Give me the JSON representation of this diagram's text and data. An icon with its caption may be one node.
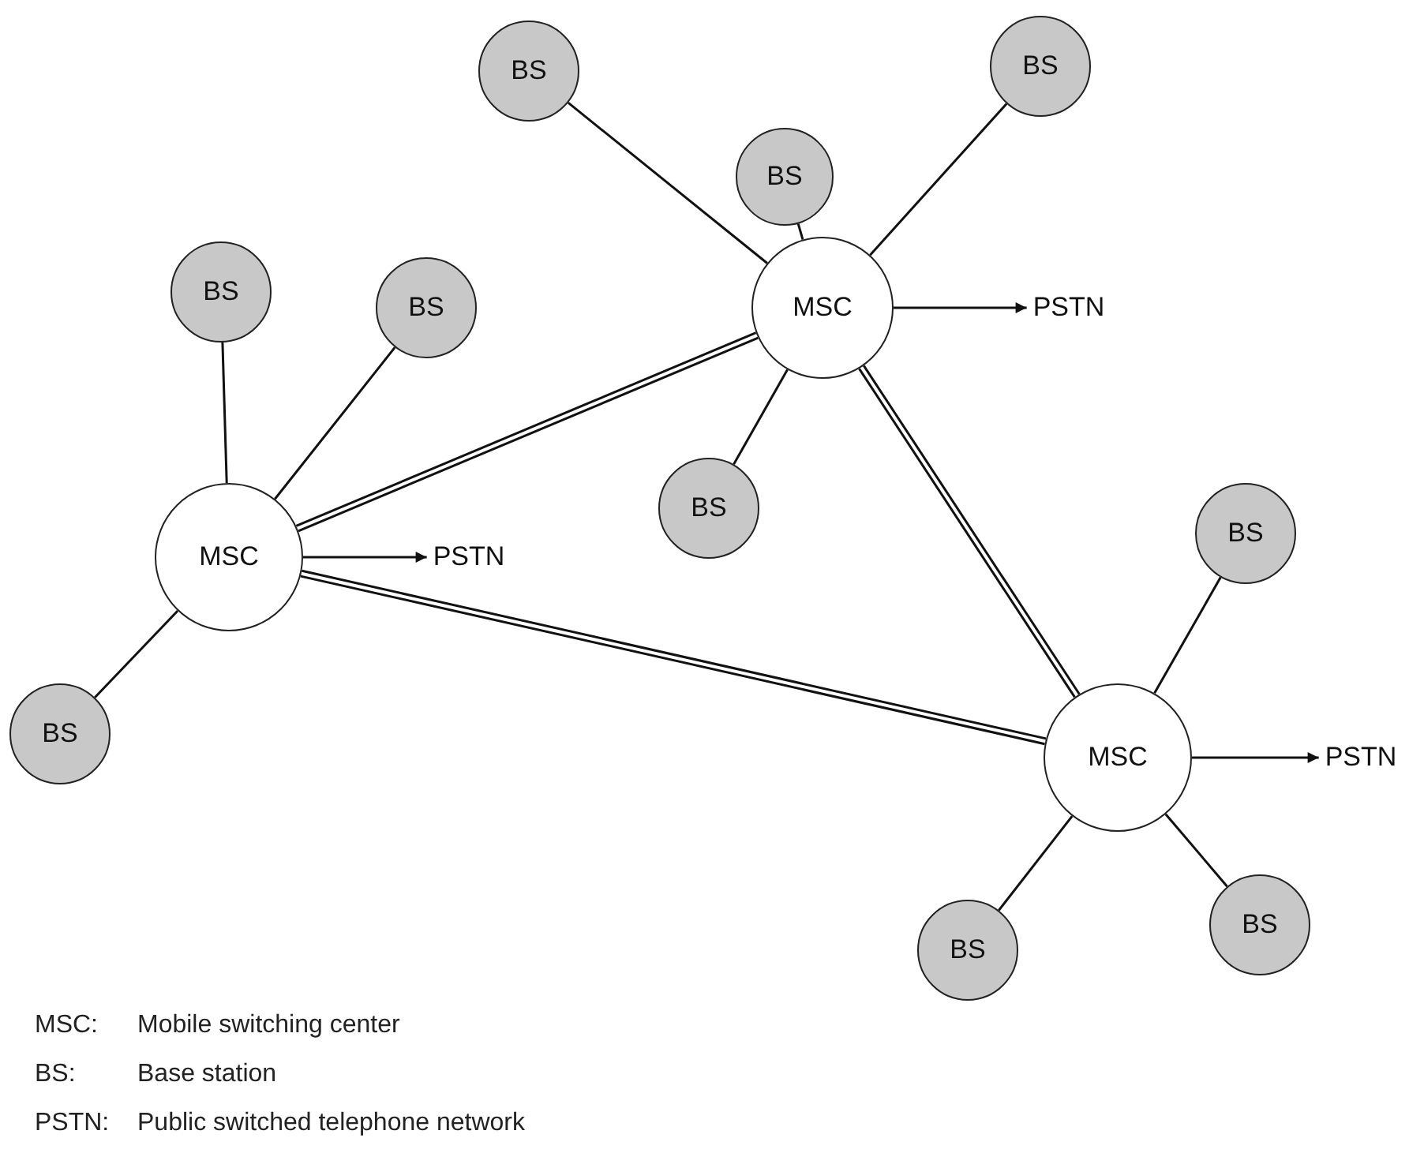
{
  "diagram": {
    "nodes": [
      {
        "text": [
          "BS"
        ]
      },
      {
        "text": [
          "BS"
        ]
      },
      {
        "text": [
          "BS"
        ]
      },
      {
        "text": [
          "BS"
        ]
      },
      {
        "text": [
          "BS"
        ]
      },
      {
        "text": [
          "MSC"
        ]
      },
      {
        "text": [
          "PSTN"
        ]
      },
      {
        "text": [
          "BS"
        ]
      },
      {
        "text": [
          "BS"
        ]
      },
      {
        "text": [
          "MSC"
        ]
      },
      {
        "text": [
          "PSTN"
        ]
      },
      {
        "text": [
          "BS"
        ]
      },
      {
        "text": [
          "MSC"
        ]
      },
      {
        "text": [
          "PSTN"
        ]
      },
      {
        "text": [
          "BS"
        ]
      },
      {
        "text": [
          "BS"
        ]
      }
    ],
    "edges": [
      {
        "from": 0,
        "to": 5,
        "arrow": "none"
      },
      {
        "from": 1,
        "to": 5,
        "arrow": "none"
      },
      {
        "from": 2,
        "to": 5,
        "arrow": "none"
      },
      {
        "from": 7,
        "to": 5,
        "arrow": "none"
      },
      {
        "from": 5,
        "to": 6,
        "arrow": "to"
      },
      {
        "from": 3,
        "to": 9,
        "arrow": "none"
      },
      {
        "from": 4,
        "to": 9,
        "arrow": "none"
      },
      {
        "from": 11,
        "to": 9,
        "arrow": "none"
      },
      {
        "from": 9,
        "to": 10,
        "arrow": "to"
      },
      {
        "from": 8,
        "to": 12,
        "arrow": "none"
      },
      {
        "from": 14,
        "to": 12,
        "arrow": "none"
      },
      {
        "from": 15,
        "to": 12,
        "arrow": "none"
      },
      {
        "from": 12,
        "to": 13,
        "arrow": "to"
      },
      {
        "from": 9,
        "to": 5,
        "arrow": "none",
        "style": "thick"
      },
      {
        "from": 5,
        "to": 12,
        "arrow": "none",
        "style": "thick"
      },
      {
        "from": 9,
        "to": 12,
        "arrow": "none",
        "style": "thick"
      }
    ],
    "labels": [
      "MSC:",
      "Mobile switching center",
      "BS:",
      "Base station",
      "PSTN:",
      "Public switched telephone network"
    ]
  }
}
